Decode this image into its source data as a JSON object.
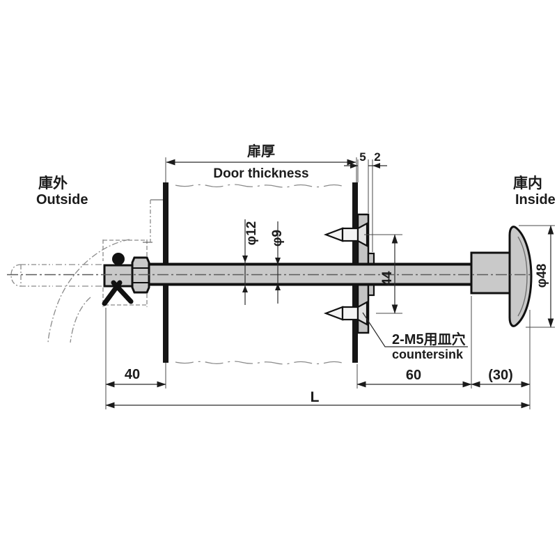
{
  "drawing": {
    "labels": {
      "outside_jp": "庫外",
      "outside_en": "Outside",
      "inside_jp": "庫内",
      "inside_en": "Inside",
      "door_thickness_jp": "扉厚",
      "door_thickness_en": "Door thickness",
      "countersink_jp": "2-M5用皿穴",
      "countersink_en": "countersink"
    },
    "dimensions": {
      "plate_offset": "5",
      "boss_thickness": "2",
      "shaft_outer_dia": "φ12",
      "rod_dia": "φ9",
      "screw_spacing": "44",
      "outside_length": "40",
      "inside_length": "60",
      "knob_length": "(30)",
      "total_length": "L",
      "knob_dia": "φ48"
    }
  }
}
